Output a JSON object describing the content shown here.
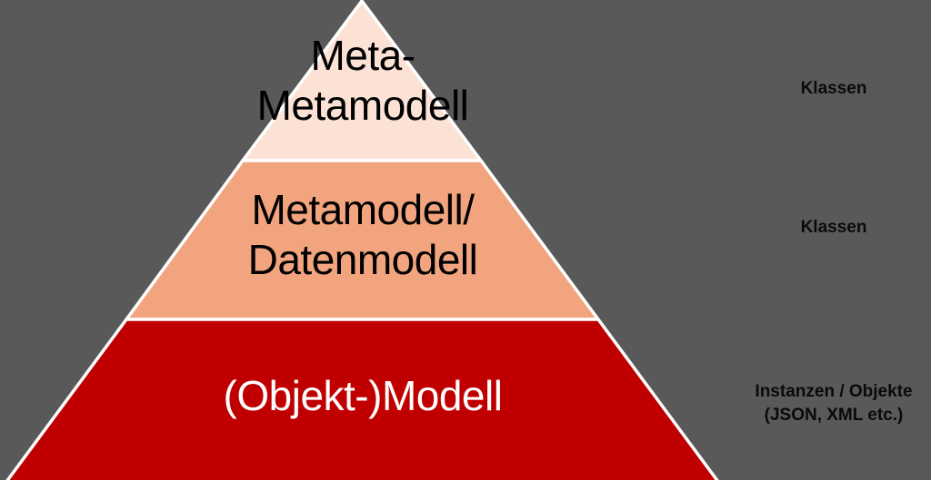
{
  "colors": {
    "background": "#595959",
    "stroke": "#ffffff",
    "top_fill": "#fbe2d5",
    "middle_fill": "#f2a47e",
    "bottom_fill": "#c00000",
    "dark_text": "#000000",
    "light_text": "#ffffff"
  },
  "pyramid": {
    "levels": [
      {
        "name": "Meta-Metamodell",
        "lines": [
          "Meta-",
          "Metamodell"
        ],
        "fill": "#fbe2d5",
        "text_color": "#000000"
      },
      {
        "name": "Metamodell/Datenmodell",
        "lines": [
          "Metamodell/",
          "Datenmodell"
        ],
        "fill": "#f2a47e",
        "text_color": "#000000"
      },
      {
        "name": "(Objekt-)Modell",
        "lines": [
          "(Objekt-)Modell"
        ],
        "fill": "#c00000",
        "text_color": "#ffffff"
      }
    ]
  },
  "side_annotations": [
    {
      "lines": [
        "Klassen"
      ]
    },
    {
      "lines": [
        "Klassen"
      ]
    },
    {
      "lines": [
        "Instanzen / Objekte",
        "(JSON, XML etc.)"
      ]
    }
  ]
}
